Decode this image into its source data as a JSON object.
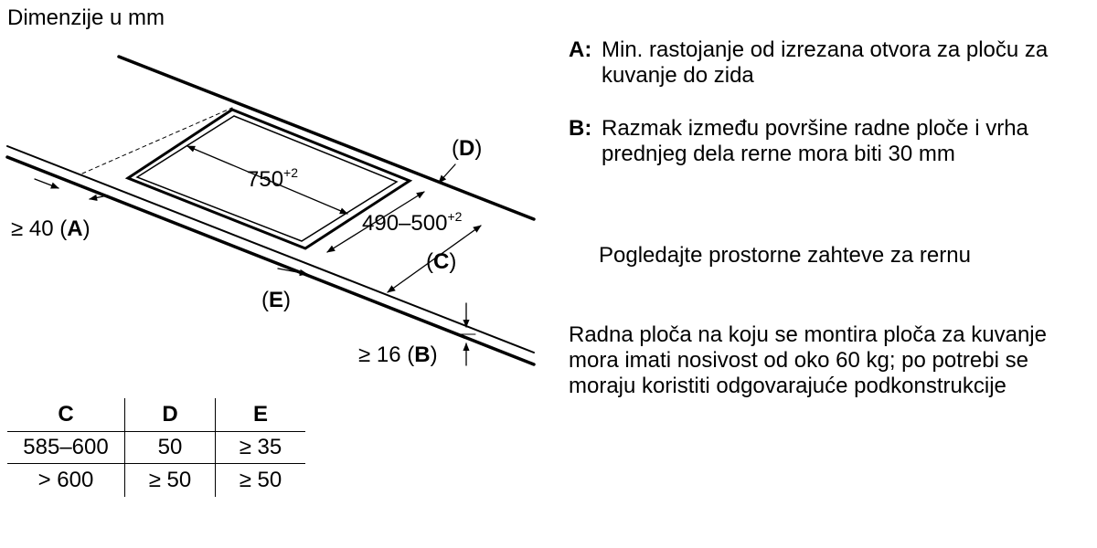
{
  "units_label": "Dimenzije u mm",
  "diagram": {
    "width": "750",
    "width_sup": "+2",
    "depth": "490–500",
    "depth_sup": "+2",
    "label_d": "D",
    "label_c": "C",
    "label_e": "E",
    "label_a_prefix": "≥ 40",
    "label_a": "A",
    "label_b_prefix": "≥ 16",
    "label_b": "B"
  },
  "notes": {
    "a_key": "A:",
    "a_text": "Min. rastojanje od izrezana otvora za ploču za kuvanje do zida",
    "b_key": "B:",
    "b_text": "Razmak između površine radne ploče i vrha prednjeg dela rerne mora biti 30 mm",
    "oven": "Pogledajte prostorne zahteve za rernu",
    "load": "Radna ploča na koju se montira ploča za kuvanje mora imati nosivost od oko 60 kg; po potrebi se moraju koristiti odgovarajuće podkonstrukcije"
  },
  "table": {
    "headers": [
      "C",
      "D",
      "E"
    ],
    "rows": [
      [
        "585–600",
        "50",
        "≥ 35"
      ],
      [
        "> 600",
        "≥ 50",
        "≥ 50"
      ]
    ]
  }
}
